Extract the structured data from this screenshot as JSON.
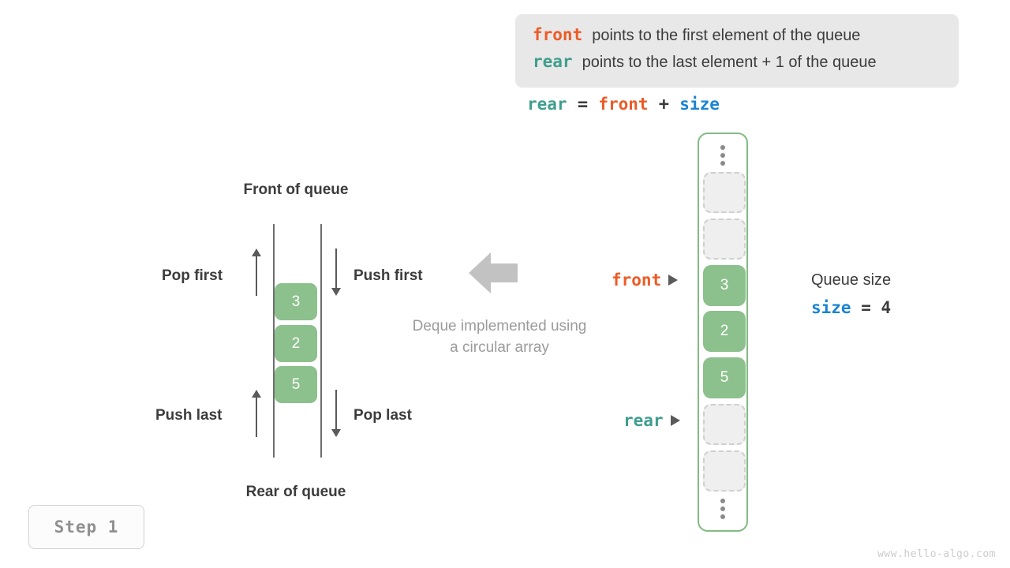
{
  "legend": {
    "lines": [
      {
        "keyword": "front",
        "keyword_color": "#ec5b26",
        "text": "points to the first element of the queue"
      },
      {
        "keyword": "rear",
        "keyword_color": "#3f9e8e",
        "text": "points to the last element + 1 of the queue"
      }
    ],
    "background": "#e8e8e8"
  },
  "formula": {
    "lhs": "rear",
    "eq": "=",
    "rhs1": "front",
    "plus": "+",
    "rhs2": "size"
  },
  "deque_diagram": {
    "front_label": "Front of queue",
    "rear_label": "Rear of queue",
    "operations": {
      "pop_first": "Pop first",
      "push_first": "Push first",
      "push_last": "Push last",
      "pop_last": "Pop last"
    },
    "cells": [
      {
        "value": "3"
      },
      {
        "value": "2"
      },
      {
        "value": "5"
      }
    ],
    "caption_line1": "Deque implemented using",
    "caption_line2": "a circular array",
    "cell_color": "#8cc08c"
  },
  "circular_array": {
    "border_color": "#82bc82",
    "top_ellipsis": "⋮",
    "bottom_ellipsis": "⋮",
    "slots": [
      {
        "value": "",
        "state": "empty"
      },
      {
        "value": "",
        "state": "empty"
      },
      {
        "value": "3",
        "state": "filled"
      },
      {
        "value": "2",
        "state": "filled"
      },
      {
        "value": "5",
        "state": "filled"
      },
      {
        "value": "",
        "state": "empty"
      },
      {
        "value": "",
        "state": "empty"
      }
    ],
    "pointers": {
      "front": {
        "label": "front",
        "color": "#ec5b26",
        "slot_index": 2
      },
      "rear": {
        "label": "rear",
        "color": "#3f9e8e",
        "slot_index": 5
      }
    }
  },
  "queue_size": {
    "title": "Queue size",
    "var": "size",
    "eq": "=",
    "value": "4",
    "var_color": "#1a84d2"
  },
  "step_badge": {
    "label": "Step 1"
  },
  "watermark": {
    "text": "www.hello-algo.com"
  }
}
